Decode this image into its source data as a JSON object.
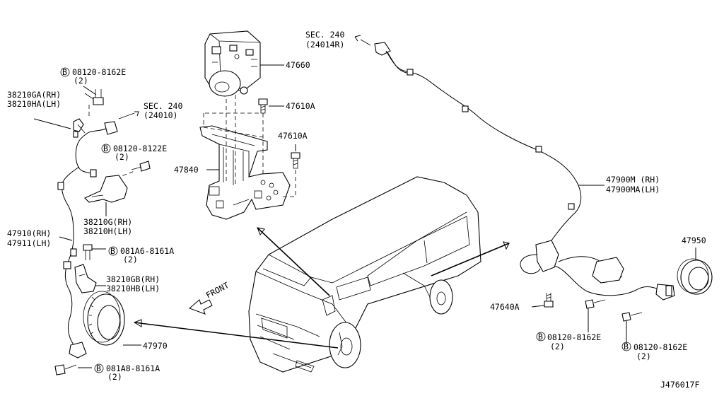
{
  "diagram_id": "J476017F",
  "sec_refs": {
    "upper": {
      "title": "SEC. 240",
      "code": "(24014R)"
    },
    "left": {
      "title": "SEC. 240",
      "code": "(24010)"
    }
  },
  "front_label": "FRONT",
  "bolt_symbol": "B",
  "labels": {
    "p47660": "47660",
    "p47610A_1": "47610A",
    "p47610A_2": "47610A",
    "p47840": "47840",
    "p47900_1": "47900M (RH)",
    "p47900_2": "47900MA(LH)",
    "p47950": "47950",
    "p47640A": "47640A",
    "p47970": "47970",
    "p38210GA_1": "38210GA(RH)",
    "p38210GA_2": "38210HA(LH)",
    "p38210G_1": "38210G(RH)",
    "p38210G_2": "38210H(LH)",
    "p38210GB_1": "38210GB(RH)",
    "p38210GB_2": "38210HB(LH)",
    "p47910_1": "47910(RH)",
    "p47910_2": "47911(LH)"
  },
  "bolts": {
    "b1": {
      "code": "08120-8162E",
      "qty": "(2)"
    },
    "b2": {
      "code": "08120-8122E",
      "qty": "(2)"
    },
    "b3": {
      "code": "081A6-8161A",
      "qty": "(2)"
    },
    "b4": {
      "code": "081A8-8161A",
      "qty": "(2)"
    },
    "b5": {
      "code": "08120-8162E",
      "qty": "(2)"
    },
    "b6": {
      "code": "08120-8162E",
      "qty": "(2)"
    }
  }
}
